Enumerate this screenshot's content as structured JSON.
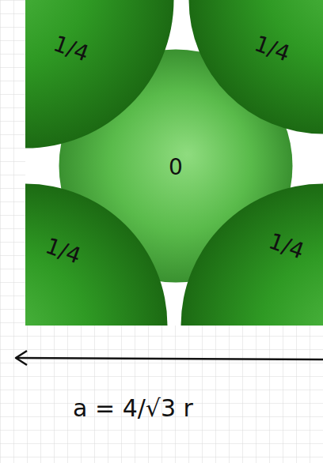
{
  "diagram": {
    "nodes": [
      {
        "text": [
          "1/4"
        ]
      },
      {
        "text": [
          "1/4"
        ]
      },
      {
        "text": [
          "0"
        ]
      },
      {
        "text": [
          "1/4"
        ]
      },
      {
        "text": [
          "1/4"
        ]
      }
    ],
    "labels": [
      "a = 4/√3 r"
    ]
  }
}
